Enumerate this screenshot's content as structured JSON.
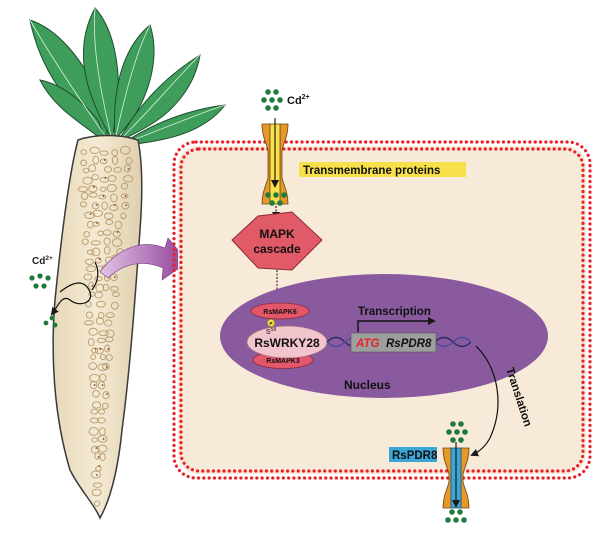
{
  "labels": {
    "cd_top": "Cd",
    "cd_top_sup": "2+",
    "cd_radish": "Cd",
    "cd_radish_sup": "2+",
    "transmembrane": "Transmembrane proteins",
    "mapk_line1": "MAPK",
    "mapk_line2": "cascade",
    "rsmapk6": "RsMAPK6",
    "ser": "S",
    "ser_sup": "58",
    "phospho": "P",
    "rswrky28": "RsWRKY28",
    "rsmapk3": "RsMAPK3",
    "transcription": "Transcription",
    "atg": "ATG",
    "gene": "RsPDR8",
    "nucleus": "Nucleus",
    "translation": "Translation",
    "rspdr8": "RsPDR8"
  },
  "colors": {
    "cell_fill": "#f7ead8",
    "membrane_dots": "#e8222a",
    "nucleus": "#8a5a9e",
    "mapk": "#e05a67",
    "wrky_oval": "#f2c4cc",
    "mapk_oval": "#e4566a",
    "cd_dots": "#1f7a3c",
    "transporter_orange": "#e8982a",
    "transporter_yellow": "#f7e04a",
    "rspdr8_blue": "#3aa7d8",
    "leaf": "#3f9d5c",
    "root": "#efe3c9",
    "arrow_purple": "#a25aa8"
  }
}
